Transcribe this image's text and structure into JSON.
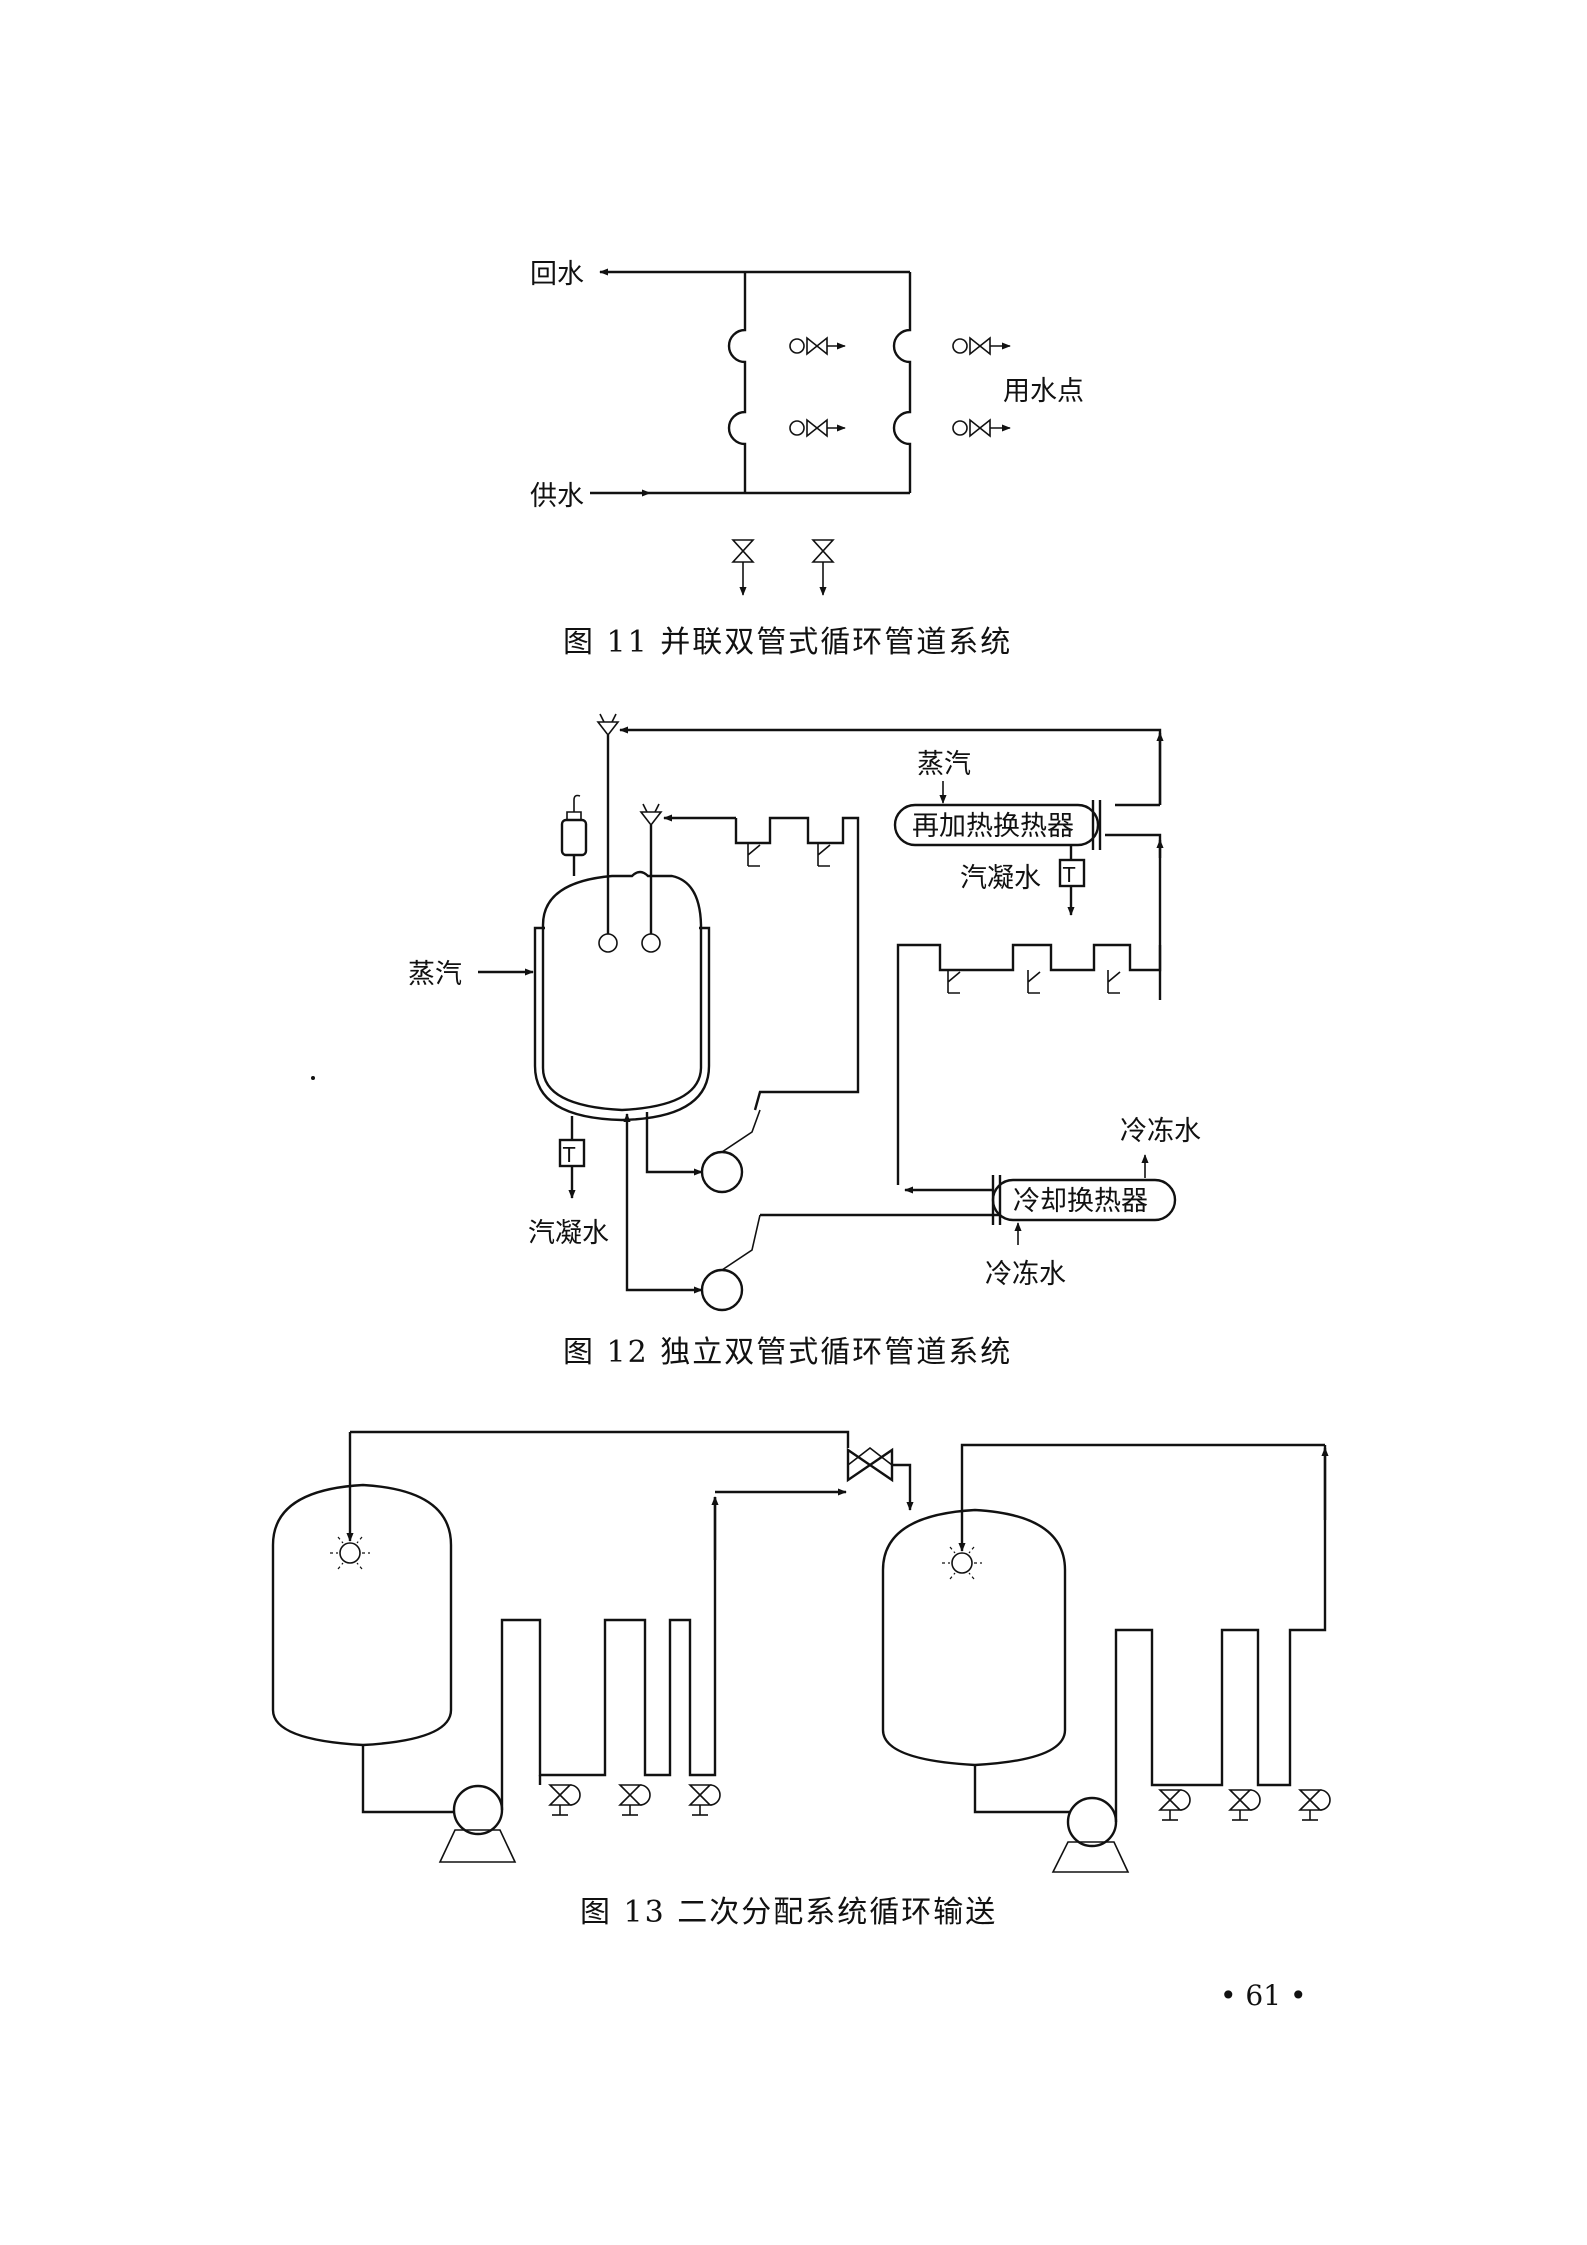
{
  "figure11": {
    "caption": "图 11   并联双管式循环管道系统",
    "labels": {
      "return_water": "回水",
      "supply_water": "供水",
      "use_point": "用水点"
    }
  },
  "figure12": {
    "caption": "图 12   独立双管式循环管道系统",
    "labels": {
      "steam_left": "蒸汽",
      "steam_top": "蒸汽",
      "reheat_exchanger": "再加热换热器",
      "condensate_top": "汽凝水",
      "condensate_bottom": "汽凝水",
      "chilled_water_out": "冷冻水",
      "cooling_exchanger": "冷却换热器",
      "chilled_water_in": "冷冻水",
      "trap_symbol": "T"
    }
  },
  "figure13": {
    "caption": "图 13   二次分配系统循环输送"
  },
  "page": {
    "number": "• 61 •"
  }
}
